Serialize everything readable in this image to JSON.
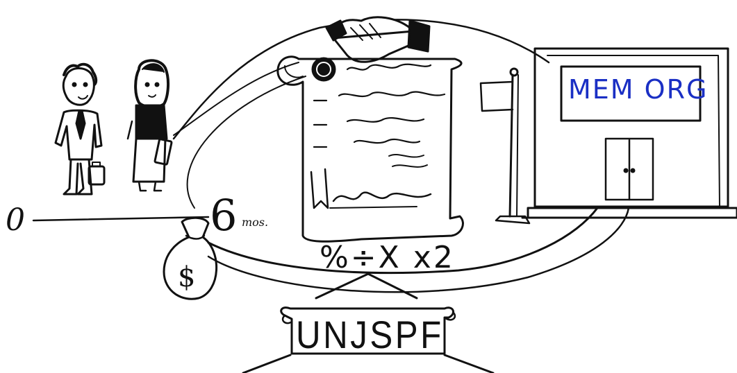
{
  "scene": {
    "start_label": "0",
    "period_number": "6",
    "period_unit": "mos.",
    "formula": "%÷X x2",
    "organization_label": "MEM ORG",
    "fund_label": "UNJSPF",
    "currency_symbol": "$"
  },
  "colors": {
    "ink": "#111111",
    "organization_text": "#1a2fc4",
    "background": "#ffffff"
  },
  "icons": {
    "handshake": "handshake-icon",
    "contract": "contract-scroll-icon",
    "money_bag": "money-bag-icon",
    "flag": "flag-icon",
    "building": "building-icon",
    "employees": "people-icon"
  }
}
